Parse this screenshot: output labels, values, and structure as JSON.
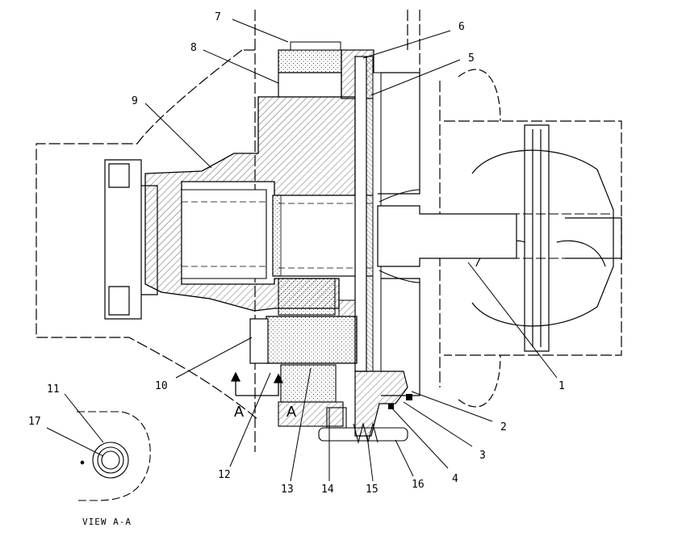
{
  "callouts": {
    "c1": "1",
    "c2": "2",
    "c3": "3",
    "c4": "4",
    "c5": "5",
    "c6": "6",
    "c7": "7",
    "c8": "8",
    "c9": "9",
    "c10": "10",
    "c11": "11",
    "c12": "12",
    "c13": "13",
    "c14": "14",
    "c15": "15",
    "c16": "16",
    "c17": "17"
  },
  "section_marks": {
    "left": "A",
    "right": "A"
  },
  "view_label": "VIEW A-A"
}
